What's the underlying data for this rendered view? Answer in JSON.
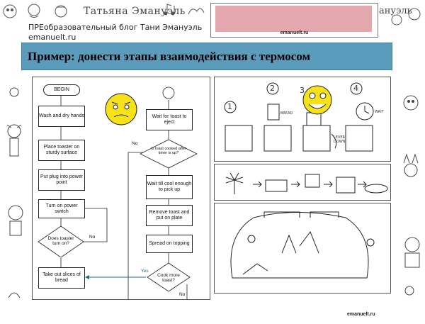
{
  "header": {
    "author_name": "Татьяна Эмануэль",
    "author_name_right": "ануэль",
    "blog_line": "ПРЕобразовательный блог Тани Эмануэль",
    "site": "emanuelt.ru",
    "card_caption": "emanuelt.ru",
    "card_color": "#e3a7ad"
  },
  "slide": {
    "title": "Пример: донести этапы взаимодействия с термосом",
    "title_bar_color": "#5b9bbb"
  },
  "flowchart": {
    "left_steps": [
      "BEGIN",
      "Wash and dry hands",
      "Place toaster on sturdy surface",
      "Put plug into power point",
      "Turn on power switch",
      "Does toaster turn on?",
      "Take out slices of bread"
    ],
    "right_steps": [
      "Wait for toast to eject",
      "Is toast cooked after timer is up?",
      "Wait till cool enough to pick up",
      "Remove toast and put on plate",
      "Spread on topping",
      "Cook more toast?"
    ],
    "labels": {
      "no": "No",
      "yes": "Yes"
    }
  },
  "comic": {
    "step_numbers": [
      "1",
      "2",
      "3",
      "4"
    ],
    "words": [
      "BREAD",
      "WAIT",
      "LEVER DOWN"
    ]
  },
  "footer": {
    "site": "emanuelt.ru"
  }
}
